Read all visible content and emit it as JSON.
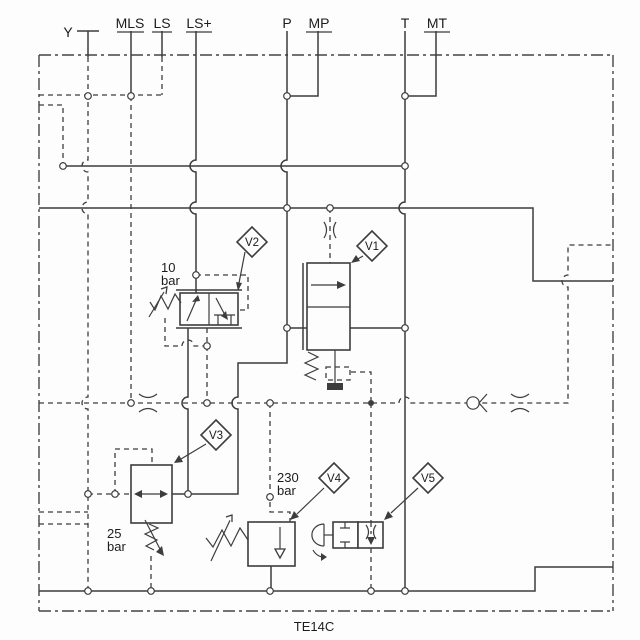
{
  "title": "TE14C",
  "ports": {
    "y": "Y",
    "mls": "MLS",
    "ls": "LS",
    "lsp": "LS+",
    "p": "P",
    "mp": "MP",
    "t": "T",
    "mt": "MT"
  },
  "valves": {
    "v1": "V1",
    "v2": "V2",
    "v3": "V3",
    "v4": "V4",
    "v5": "V5"
  },
  "pressures": {
    "v2": {
      "value": "10",
      "unit": "bar"
    },
    "v3": {
      "value": "25",
      "unit": "bar"
    },
    "v4": {
      "value": "230",
      "unit": "bar"
    }
  },
  "colors": {
    "line": "#3d3d3d",
    "background": "#fdfdfd"
  }
}
